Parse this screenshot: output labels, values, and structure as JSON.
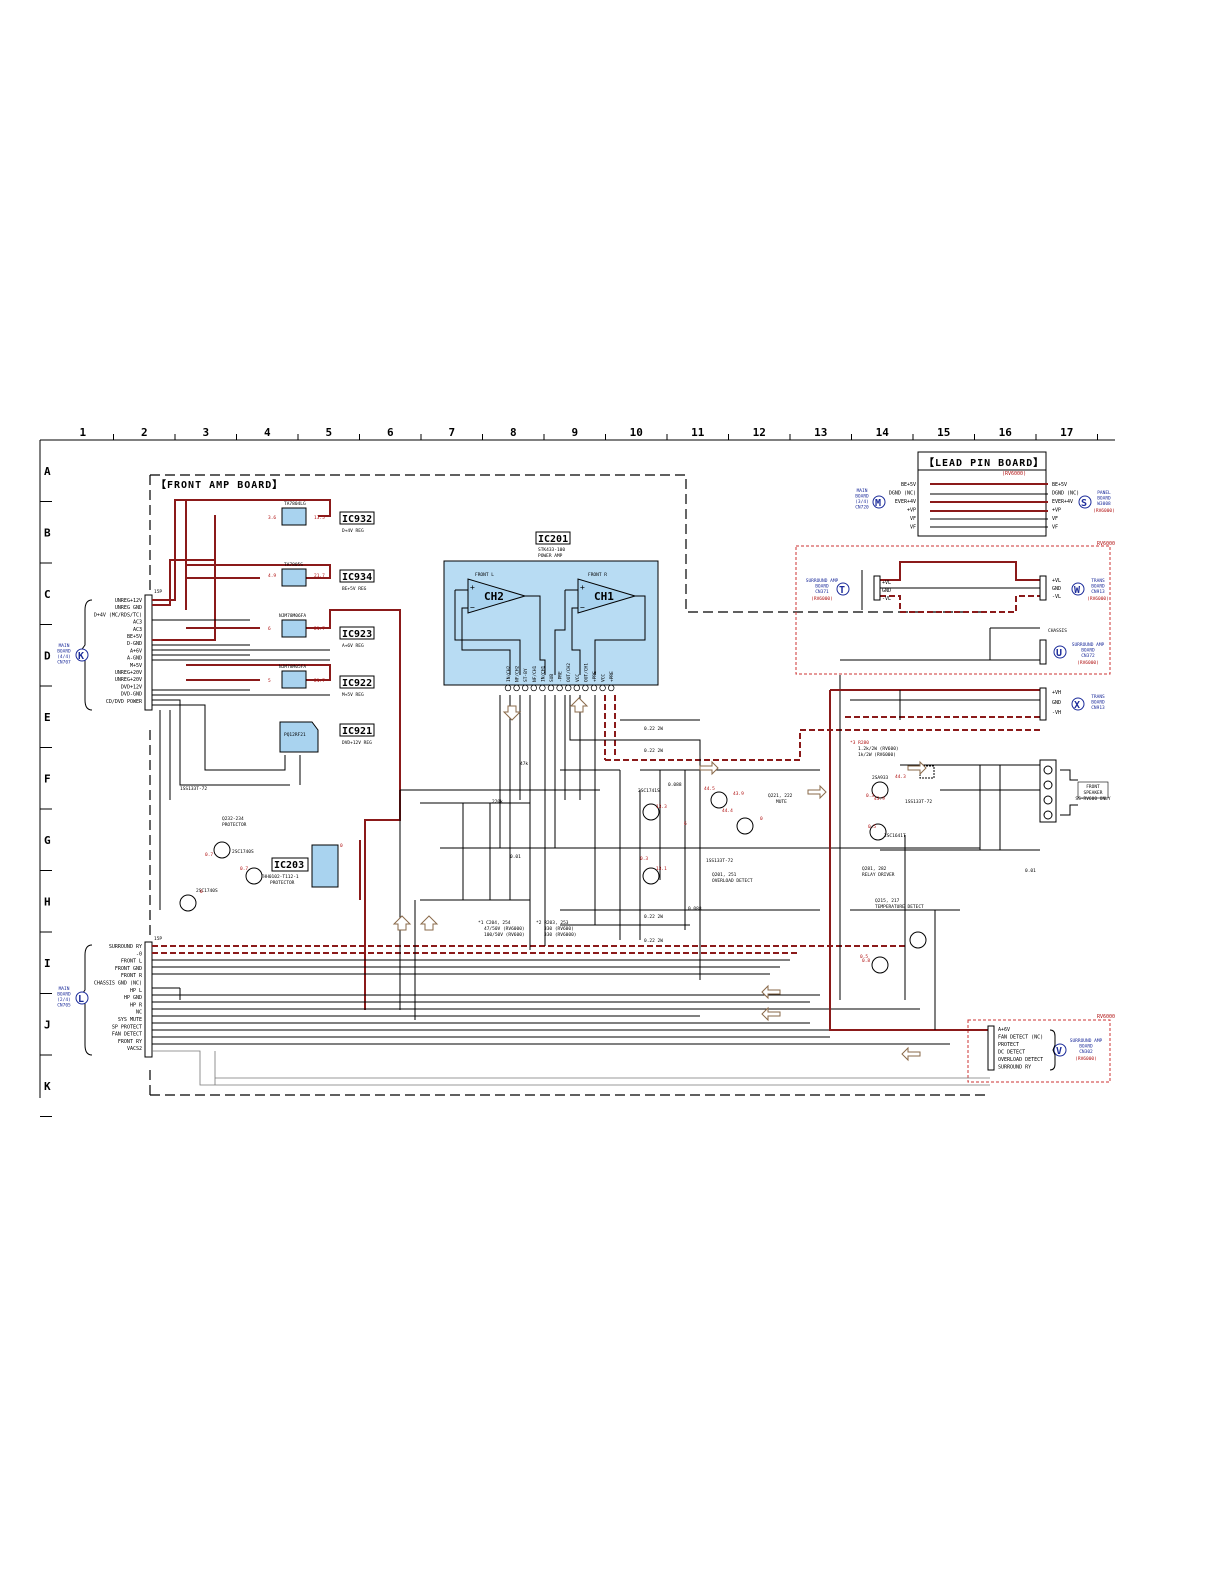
{
  "grid": {
    "columns": [
      "1",
      "2",
      "3",
      "4",
      "5",
      "6",
      "7",
      "8",
      "9",
      "10",
      "11",
      "12",
      "13",
      "14",
      "15",
      "16",
      "17"
    ],
    "rows": [
      "A",
      "B",
      "C",
      "D",
      "E",
      "F",
      "G",
      "H",
      "I",
      "J",
      "K"
    ]
  },
  "boards": {
    "front_amp": "【FRONT AMP BOARD】",
    "lead_pin": "【LEAD PIN BOARD】",
    "lead_pin_model": "(RV6000)",
    "rv6000_tag": "RV6000"
  },
  "ics": {
    "ic932": {
      "name": "IC932",
      "part": "TA7804LG",
      "desc": "D+4V REG"
    },
    "ic934": {
      "name": "IC934",
      "part": "TA7805S",
      "desc": "BE+5V REG"
    },
    "ic923": {
      "name": "IC923",
      "part": "NJM78M06FA",
      "desc": "A+6V REG"
    },
    "ic922": {
      "name": "IC922",
      "part": "NJM78M05FA",
      "desc": "M+5V REG"
    },
    "ic921": {
      "name": "IC921",
      "part": "PQ12RF21",
      "desc": "DVD+12V REG"
    },
    "ic203": {
      "name": "IC203",
      "part": "MTHH0102-T112-1",
      "desc": "PROTECTOR"
    },
    "ic201": {
      "name": "IC201",
      "part": "STK433-100",
      "desc": "POWER AMP",
      "ch2": "CH2",
      "ch1": "CH1",
      "front_l": "FRONT L",
      "front_r": "FRONT R"
    }
  },
  "ic201_pins": [
    "IN/CH2",
    "NF/CH2",
    "ST-BY",
    "NF/CH1",
    "IN/CH1",
    "SUB",
    "-PRE",
    "OUT/CH2",
    "VCC",
    "OUT/CH1",
    "+PRE",
    "VCC",
    "+PRE"
  ],
  "connector_k": {
    "badge": "K",
    "label": [
      "MAIN",
      "BOARD",
      "(4/4)",
      "CN707"
    ],
    "ref": "15P",
    "pins": [
      "UNREG+12V",
      "UNREG GND",
      "D+4V (MC/RDS/TC)",
      "AC3",
      "AC3",
      "BE+5V",
      "D-GND",
      "A+6V",
      "A-GND",
      "M+5V",
      "UNREG+20V",
      "UNREG+20V",
      "DVD+12V",
      "DVD-GND",
      "CD/DVD POWER"
    ]
  },
  "connector_l": {
    "badge": "L",
    "label": [
      "MAIN",
      "BOARD",
      "(2/4)",
      "CN705"
    ],
    "ref": "15P",
    "pins": [
      "SURROUND RY",
      "-0",
      "FRONT L",
      "FRONT GND",
      "FRONT R",
      "CHASSIS GND (NC)",
      "HP L",
      "HP GND",
      "HP R",
      "NC",
      "SYS MUTE",
      "SP PROTECT",
      "FAN DETECT",
      "FRONT RY",
      "VACS2"
    ]
  },
  "lead_pin_left": {
    "badge": "M",
    "label": [
      "MAIN",
      "BOARD",
      "(3/4)",
      "CN720"
    ],
    "pins": [
      "BE+5V",
      "DGND (NC)",
      "EVER+4V",
      "+VP",
      "VF",
      "VF"
    ]
  },
  "lead_pin_right": {
    "badge": "S",
    "label": [
      "PANEL",
      "BOARD",
      "W3008"
    ],
    "model": "(RV6000)",
    "pins": [
      "BE+5V",
      "DGND (NC)",
      "EVER+4V",
      "+VP",
      "VF",
      "VF"
    ]
  },
  "surround_t": {
    "badge": "T",
    "label": [
      "SURROUND AMP",
      "BOARD",
      "CN371"
    ],
    "model": "(RV6000)",
    "pins": [
      "+VL",
      "GND",
      "-VL"
    ]
  },
  "trans_w": {
    "badge": "W",
    "label": [
      "TRANS",
      "BOARD",
      "CN913"
    ],
    "model": "(RV6000)",
    "pins": [
      "+VL",
      "GND",
      "-VL"
    ]
  },
  "surround_u": {
    "badge": "U",
    "label": [
      "SURROUND AMP",
      "BOARD",
      "CN372"
    ],
    "model": "(RV6000)",
    "pins": [
      "CHASSIS"
    ]
  },
  "trans_x": {
    "badge": "X",
    "label": [
      "TRANS",
      "BOARD",
      "CN913"
    ],
    "pins": [
      "+VH",
      "GND",
      "-VH"
    ]
  },
  "surround_v": {
    "badge": "V",
    "label": [
      "SURROUND AMP",
      "BOARD",
      "CN302"
    ],
    "model": "(RV6000)",
    "pins": [
      "A+6V",
      "FAN DETECT (NC)",
      "PROTECT",
      "DC DETECT",
      "OVERLOAD DETECT",
      "SURROUND RY"
    ]
  },
  "speaker": {
    "label": [
      "FRONT",
      "SPEAKER",
      "SS-RV600 ONLY"
    ]
  },
  "transistors": {
    "q232": [
      "Q232-234",
      "PROTECTOR"
    ],
    "q201": [
      "Q201, 251",
      "OVERLOAD DETECT"
    ],
    "q221": [
      "Q221, 222",
      "MUTE"
    ],
    "q281": [
      "Q281, 282",
      "RELAY DRIVER"
    ],
    "q215": [
      "Q215, 217",
      "TEMPERATURE DETECT"
    ]
  },
  "parts": {
    "t2sa": "2SA933",
    "t2sc1": "2SC1741S",
    "t2sc2": "2SC1740S",
    "t2sc3": "2SC1641T",
    "d1": "1SS133T-72",
    "r_022": "0.22 2W",
    "c_0088": "0.088",
    "c_001": "0.01",
    "r_47k": "47k",
    "r_220": "220k"
  },
  "notes": {
    "star1": [
      "*1  C204, 254",
      "47/50V (RV6000)",
      "100/50V (RV600)"
    ],
    "star2": [
      "*2  R203, 253",
      "330  (RV600)",
      "330  (RV6000)"
    ],
    "star3": [
      "*3  R280",
      "1.2k/2W (RV600)",
      "1k/2W (RV6000)"
    ]
  },
  "voltages": [
    "3.6",
    "13.5",
    "4.9",
    "21.7",
    "6",
    "21.7",
    "5",
    "21.7",
    "0.7",
    "0.7",
    "0",
    "0",
    "44.5",
    "43.9",
    "44.4",
    "0",
    "0.3",
    "0.5",
    "0.8",
    "13.3",
    "13.1",
    "6",
    "0.3",
    "0.5",
    "44.3",
    "43.9"
  ]
}
